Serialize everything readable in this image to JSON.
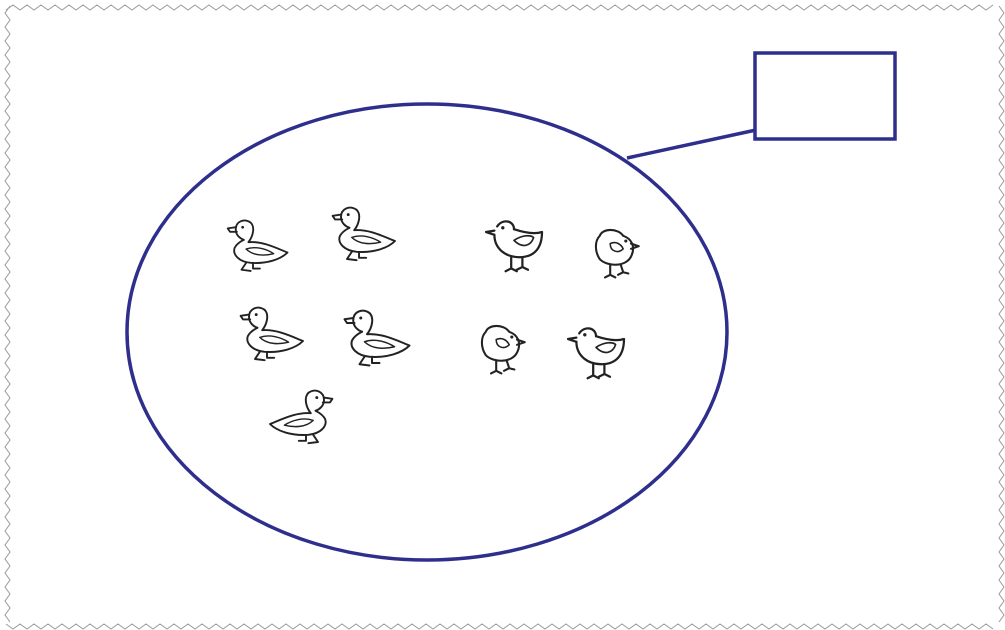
{
  "worksheet": {
    "border_style": "zigzag",
    "colors": {
      "set_outline": "#2e2f8c",
      "ink": "#222222",
      "border": "#9a9a9a",
      "paper": "#ffffff"
    },
    "set": {
      "answer_box_value": "",
      "groups": [
        {
          "kind": "duck",
          "count": 5
        },
        {
          "kind": "chick",
          "count": 4
        }
      ]
    }
  }
}
